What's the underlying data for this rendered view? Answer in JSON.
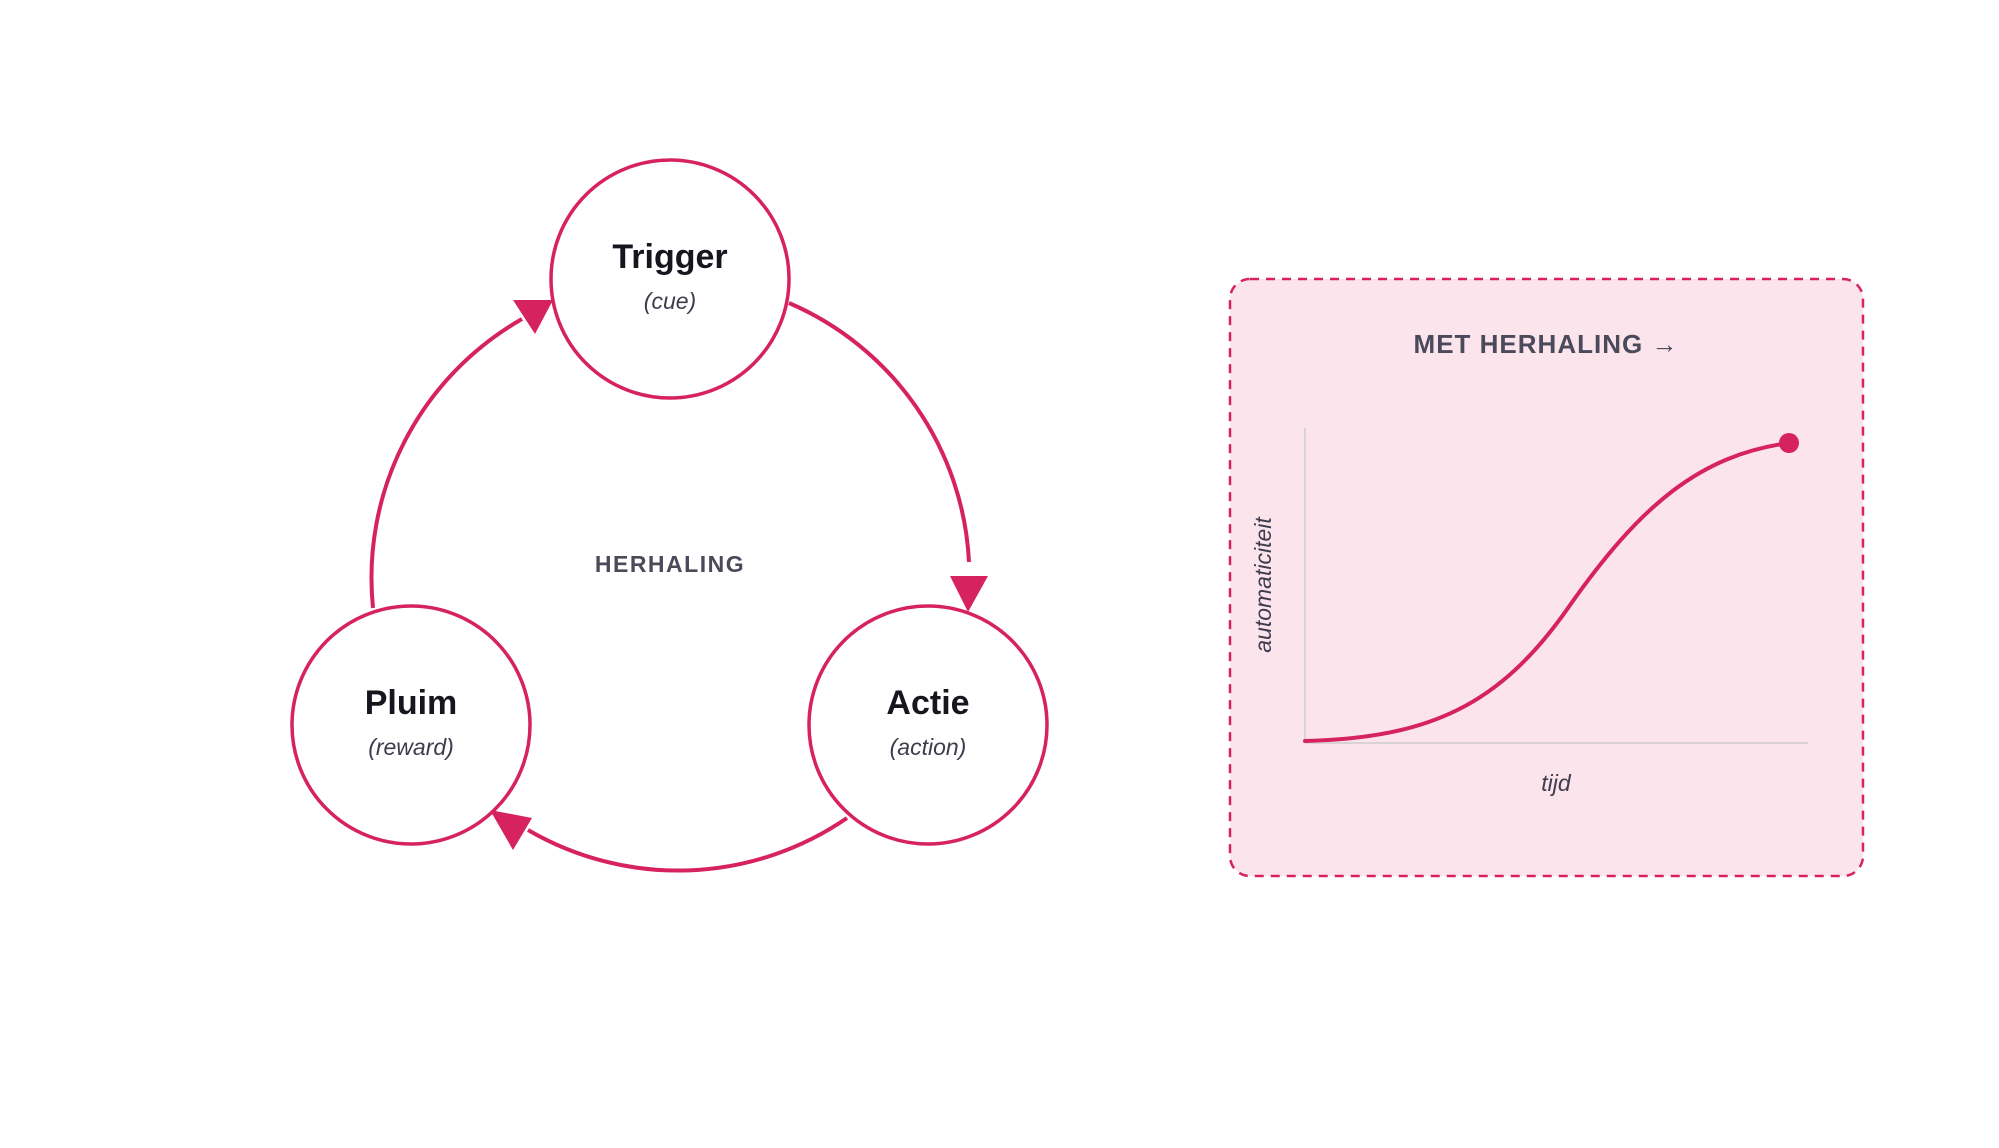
{
  "colors": {
    "accent": "#d6225e",
    "panel_fill": "#fce4ec",
    "axis": "#d9d3d6",
    "text_dark": "#16161e",
    "text_muted": "#4a4a5a"
  },
  "cycle": {
    "center_label": "HERHALING",
    "nodes": [
      {
        "title": "Trigger",
        "subtitle": "(cue)"
      },
      {
        "title": "Actie",
        "subtitle": "(action)"
      },
      {
        "title": "Pluim",
        "subtitle": "(reward)"
      }
    ]
  },
  "panel": {
    "title": "MET HERHALING →",
    "xlabel": "tijd",
    "ylabel": "automaticiteit"
  }
}
